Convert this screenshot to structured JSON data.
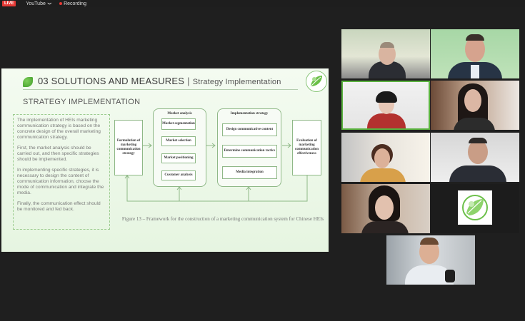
{
  "topbar": {
    "live_label": "LIVE",
    "channel": "YouTube",
    "channel_arrow": "❯",
    "recording_label": "Recording"
  },
  "slide": {
    "section_title": "03 SOLUTIONS AND MEASURES",
    "separator": "|",
    "section_subtitle": "Strategy Implementation",
    "strategy_heading": "STRATEGY IMPLEMENTATION",
    "paragraphs": [
      "The implementation of HEIs marketing communication strategy is based on the concrete design of the overall marketing communication strategy.",
      "First, the market analysis should be carried out, and then specific strategies should be implemented.",
      "In implementing specific strategies, it is necessary to design the content of communication information, choose the mode of communication and integrate the media.",
      "Finally, the communication effect should be monitored and fed back."
    ],
    "diagram": {
      "left_box": "Formulation of marketing communication strategy",
      "market_panel_title": "Market analysis",
      "market_items": [
        "Market segmentation",
        "Market selection",
        "Market positioning",
        "Customer analysis"
      ],
      "impl_panel_title": "Implementation strategy",
      "impl_items": [
        "Design communicative content",
        "Determine communication tactics",
        "Media integration"
      ],
      "right_box": "Evaluation of marketing communication effectiveness"
    },
    "caption": "Figure 13 – Framework for the construction of a marketing communication system for Chinese HEIs"
  },
  "colors": {
    "accent_green": "#5ab23f",
    "slide_bg": "#eaf6e5",
    "stage_bg": "#1f1f1f"
  }
}
